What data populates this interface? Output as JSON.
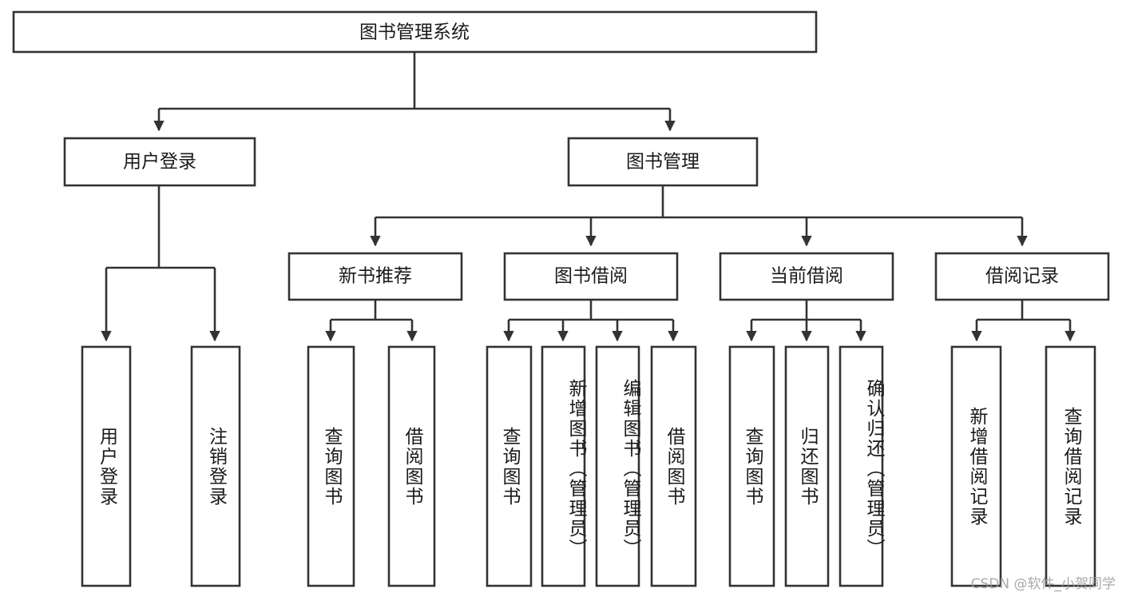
{
  "diagram": {
    "type": "tree-hierarchy",
    "title": "图书管理系统",
    "orientation": "top-down",
    "colors": {
      "stroke": "#333333",
      "box_fill": "#ffffff",
      "text": "#1a1a1a",
      "background": "#ffffff",
      "watermark": "#9b9b9b"
    },
    "root": {
      "label": "图书管理系统"
    },
    "level2": [
      {
        "label": "用户登录"
      },
      {
        "label": "图书管理"
      }
    ],
    "level3": [
      {
        "label": "新书推荐"
      },
      {
        "label": "图书借阅"
      },
      {
        "label": "当前借阅"
      },
      {
        "label": "借阅记录"
      }
    ],
    "leaves": {
      "user_login": [
        {
          "label": "用户登录"
        },
        {
          "label": "注销登录"
        }
      ],
      "new_book_recommend": [
        {
          "label": "查询图书"
        },
        {
          "label": "借阅图书"
        }
      ],
      "book_borrow": [
        {
          "label": "查询图书"
        },
        {
          "label": "新增图书（管理员）"
        },
        {
          "label": "编辑图书（管理员）"
        },
        {
          "label": "借阅图书"
        }
      ],
      "current_borrow": [
        {
          "label": "查询图书"
        },
        {
          "label": "归还图书"
        },
        {
          "label": "确认归还（管理员）"
        }
      ],
      "borrow_record": [
        {
          "label": "新增借阅记录"
        },
        {
          "label": "查询借阅记录"
        }
      ]
    },
    "watermark": "CSDN @软件_小贺同学"
  }
}
